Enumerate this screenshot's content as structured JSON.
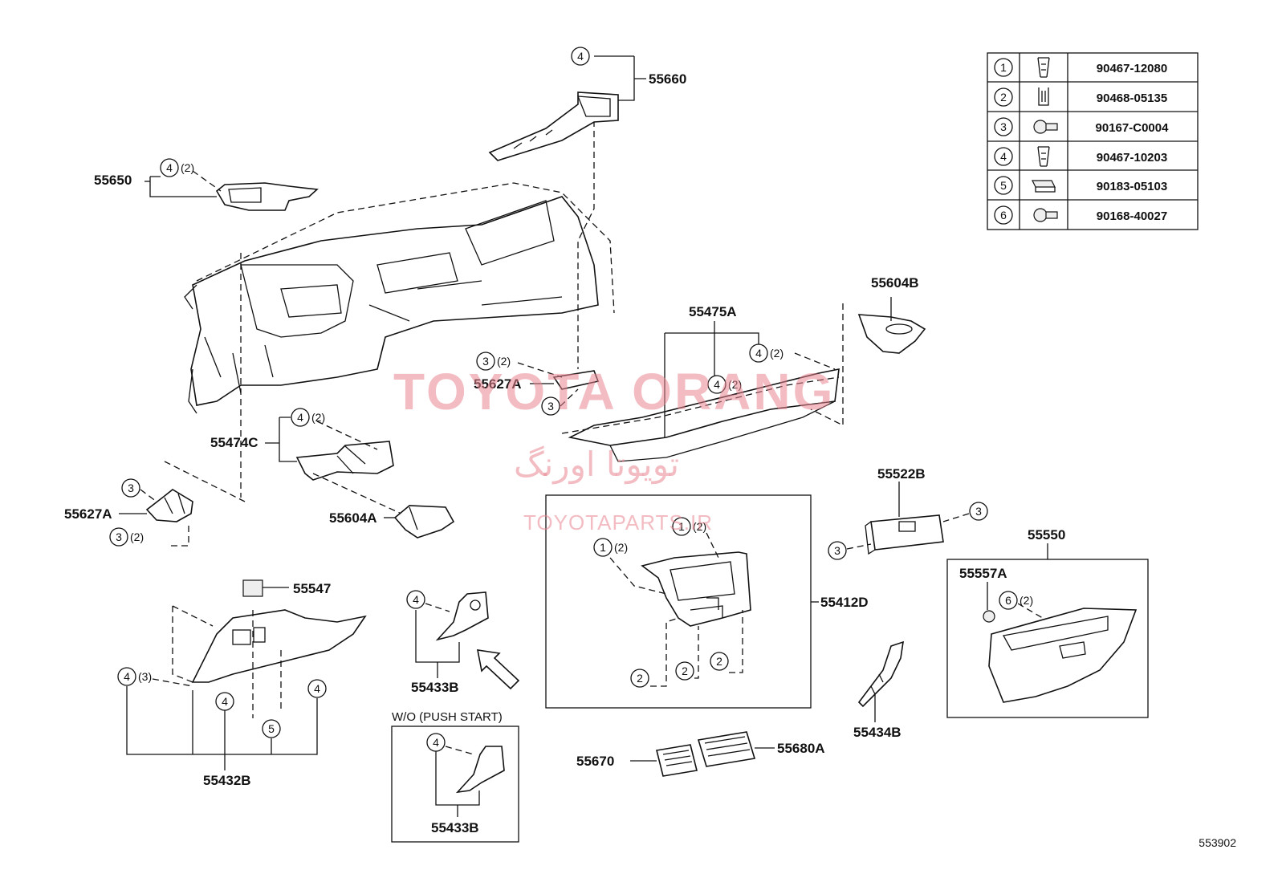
{
  "parts": {
    "p55660": "55660",
    "p55650": "55650",
    "p55604B": "55604B",
    "p55475A": "55475A",
    "p55627A_top": "55627A",
    "p55474C": "55474C",
    "p55627A_left": "55627A",
    "p55604A": "55604A",
    "p55522B": "55522B",
    "p55550": "55550",
    "p55557A": "55557A",
    "p55547": "55547",
    "p55412D": "55412D",
    "p55433B_a": "55433B",
    "p55433B_b": "55433B",
    "p55432B": "55432B",
    "p55434B": "55434B",
    "p55670": "55670",
    "p55680A": "55680A"
  },
  "callouts": {
    "c1": "4",
    "c2": "4",
    "q2": "(2)",
    "c3": "3",
    "q3": "(2)",
    "c4": "3",
    "c5": "4",
    "q5": "(2)",
    "c6": "4",
    "q6": "(2)",
    "c7": "4",
    "q7": "(2)",
    "c8": "3",
    "c9": "3",
    "q9": "(2)",
    "c10": "1",
    "q10": "(2)",
    "c11": "1",
    "q11": "(2)",
    "c12": "2",
    "c13": "2",
    "c14": "2",
    "c15": "3",
    "c16": "3",
    "c17": "6",
    "q17": "(2)",
    "c18": "4",
    "q18": "(3)",
    "c19": "4",
    "c20": "5",
    "c21": "4",
    "c22": "4",
    "c23": "4"
  },
  "fastener_table": {
    "rows": [
      {
        "index": "1",
        "part_no": "90467-12080",
        "icon": "clip-icon"
      },
      {
        "index": "2",
        "part_no": "90468-05135",
        "icon": "clip-icon"
      },
      {
        "index": "3",
        "part_no": "90167-C0004",
        "icon": "screw-icon"
      },
      {
        "index": "4",
        "part_no": "90467-10203",
        "icon": "clip-icon"
      },
      {
        "index": "5",
        "part_no": "90183-05103",
        "icon": "nut-icon"
      },
      {
        "index": "6",
        "part_no": "90168-40027",
        "icon": "screw-icon"
      }
    ]
  },
  "note": {
    "wo_push_start": "W/O (PUSH START)"
  },
  "watermark": {
    "line1": "TOYOTA ORANG",
    "line2": "تویوتا اورنگ",
    "line3": "TOYOTAPARTS.IR"
  },
  "diagram_ref": "553902",
  "colors": {
    "line": "#111111",
    "watermark": "#e8858f",
    "background": "#ffffff"
  }
}
